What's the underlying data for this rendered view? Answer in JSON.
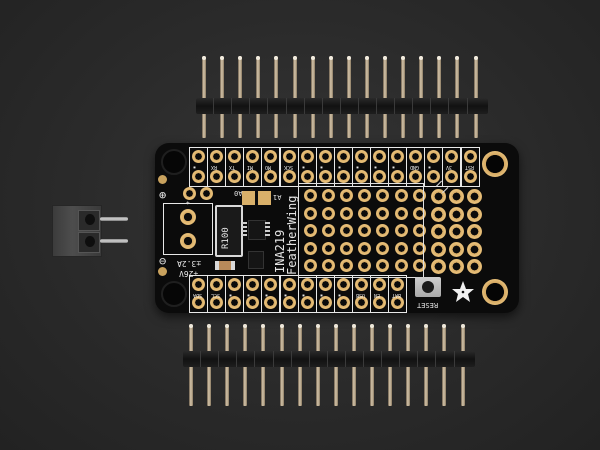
{
  "scene": {
    "description": "Adafruit INA219 FeatherWing PCB with two male pin headers and a 2-pin screw terminal block on a dark textured background",
    "background_color": "#2b2b2b"
  },
  "board": {
    "name": "INA219 FeatherWing",
    "color": "#0b0b0b",
    "pad_color": "#e0b46c",
    "silkscreen": {
      "chip_label": "INA219",
      "product_label": "FeatherWing",
      "resistor_label": "R100",
      "jumper_a0": "A0",
      "jumper_a1": "A1",
      "plus_symbol": "⊕",
      "minus_symbol": "⊖",
      "terminal_plus": "+",
      "terminal_minus": "-",
      "voltage_rating": "+26V",
      "current_rating": "±3.2A",
      "reset_label": "RESET",
      "top_pin_labels": [
        "",
        "RX",
        "TX",
        "MI",
        "MO",
        "SCK",
        "",
        "",
        "",
        "",
        "",
        "",
        "GND",
        "",
        "3V",
        "RST"
      ],
      "bottom_pin_labels": [
        "SDA",
        "SCL",
        "",
        "",
        "",
        "",
        "",
        "",
        "",
        "USB",
        "EN",
        "BAT"
      ]
    },
    "proto_grid": {
      "rows": 5,
      "cols": 10
    },
    "logo": "adafruit-flower-star"
  },
  "headers": {
    "top": {
      "pin_count": 16
    },
    "bottom": {
      "pin_count": 16
    }
  },
  "terminal_block": {
    "positions": 2,
    "color": "#4a4a4a"
  }
}
